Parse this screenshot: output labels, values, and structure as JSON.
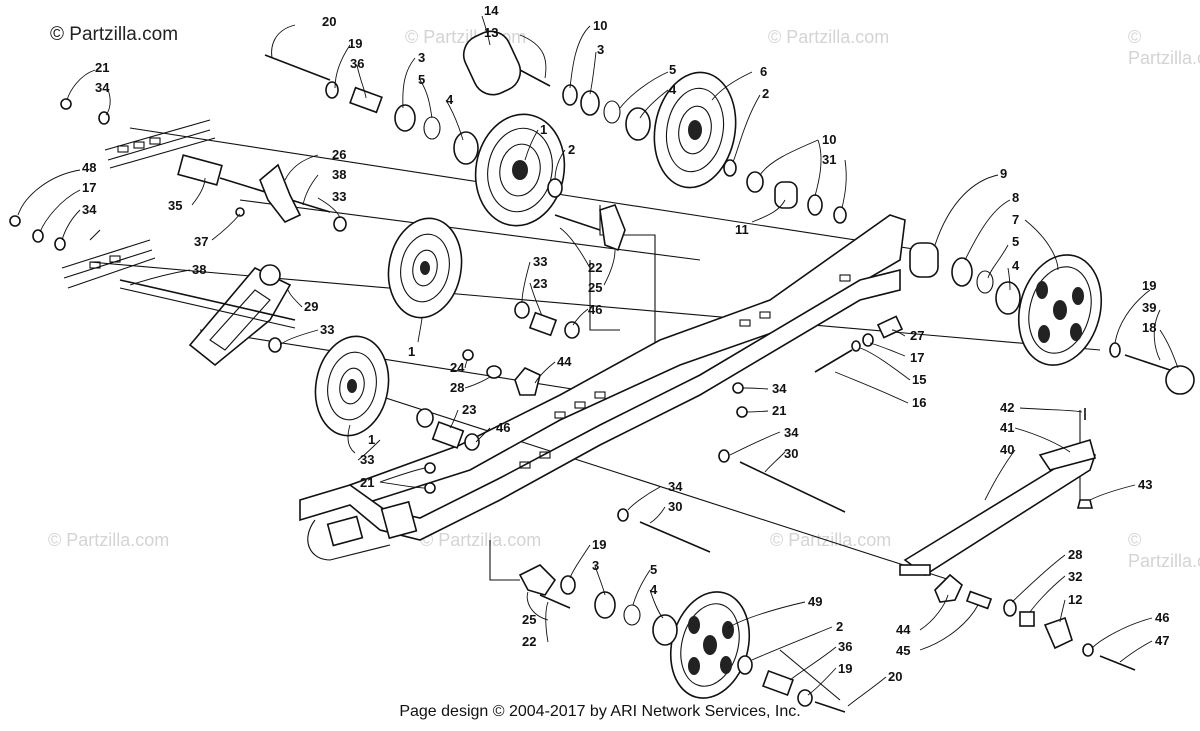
{
  "brand": "© Partzilla.com",
  "watermark": "© Partzilla.com",
  "footer": "Page design © 2004-2017 by ARI Network Services, Inc.",
  "callouts": [
    "20",
    "19",
    "36",
    "14",
    "13",
    "10",
    "3",
    "5",
    "4",
    "3",
    "5",
    "4",
    "6",
    "2",
    "1",
    "2",
    "10",
    "31",
    "11",
    "9",
    "8",
    "7",
    "5",
    "4",
    "19",
    "39",
    "18",
    "21",
    "34",
    "48",
    "17",
    "34",
    "26",
    "38",
    "33",
    "35",
    "37",
    "38",
    "29",
    "33",
    "1",
    "22",
    "25",
    "33",
    "23",
    "46",
    "24",
    "28",
    "44",
    "27",
    "17",
    "15",
    "16",
    "34",
    "21",
    "1",
    "23",
    "46",
    "33",
    "21",
    "34",
    "30",
    "42",
    "41",
    "40",
    "43",
    "34",
    "30",
    "19",
    "3",
    "5",
    "4",
    "25",
    "22",
    "49",
    "2",
    "36",
    "19",
    "20",
    "28",
    "32",
    "12",
    "46",
    "47",
    "44",
    "45"
  ]
}
